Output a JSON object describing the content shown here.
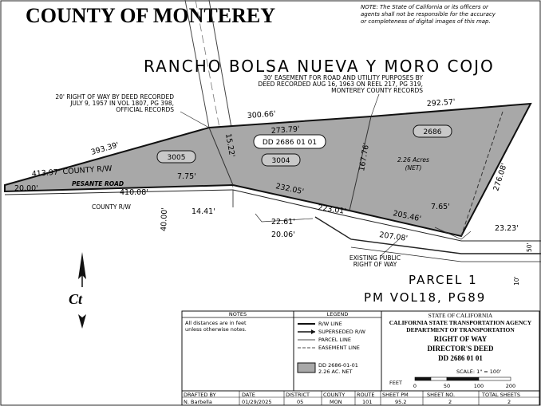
{
  "header": {
    "title": "COUNTY OF MONTEREY",
    "disclaimer_lines": [
      "NOTE: The State of California or its officers or",
      "agents shall not be responsible for the accuracy",
      "or completeness of digital images of this map."
    ]
  },
  "map": {
    "rancho_label": "RANCHO BOLSA NUEVA Y MORO COJO",
    "annotations": {
      "easement_note": [
        "30' EASEMENT FOR ROAD AND UTILITY PURPOSES BY",
        "DEED RECORDED AUG 16, 1963 ON REEL 217, PG 319,",
        "MONTEREY COUNTY RECORDS"
      ],
      "row_note": [
        "20' RIGHT OF WAY BY DEED RECORDED",
        "JULY 9, 1957 IN VOL 1807, PG 398,",
        "OFFICIAL RECORDS"
      ],
      "public_row_note": [
        "EXISTING PUBLIC",
        "RIGHT OF WAY"
      ]
    },
    "dimensions": {
      "d_300_66": "300.66'",
      "d_292_57": "292.57'",
      "d_393_39": "393.39'",
      "d_273_79": "273.79'",
      "d_413_97": "413.97' COUNTY R/W",
      "d_15_22": "15.22'",
      "d_167_76": "167.76'",
      "d_276_08": "276.08'",
      "d_20_00": "20.00'",
      "d_7_75": "7.75'",
      "d_410_08": "410.08'",
      "d_232_05": "232.05'",
      "d_223_01": "223.01'",
      "d_205_46": "205.46'",
      "d_7_65": "7.65'",
      "d_40_00": "40.00'",
      "d_14_41": "14.41'",
      "d_22_61": "22.61'",
      "d_20_06": "20.06'",
      "d_207_08": "207.08'",
      "d_23_23": "23.23'",
      "d_50": "50'",
      "d_10": "10'"
    },
    "road_labels": {
      "pesante_road": "PESANTE ROAD",
      "county_rw": "COUNTY R/W"
    },
    "parcel_boxes": {
      "p3005": "3005",
      "p3004": "3004",
      "p2686": "2686",
      "dd_number": "DD 2686 01 01"
    },
    "area_label": [
      "2.26 Acres",
      "(NET)"
    ],
    "parcel_label": "PARCEL 1",
    "pm_label": "PM VOL18, PG89",
    "north_logo": "Ct"
  },
  "notes_panel": {
    "heading": "NOTES",
    "lines": [
      "All distances are in feet",
      "unless otherwise notes."
    ]
  },
  "legend": {
    "heading": "LEGEND",
    "items": [
      {
        "label": "R/W LINE"
      },
      {
        "label": "SUPERSEDED R/W"
      },
      {
        "label": "PARCEL LINE"
      },
      {
        "label": "EASEMENT LINE"
      }
    ],
    "area_item": [
      "DD 2686-01-01",
      "2.26 AC. NET"
    ],
    "fill_color": "#a8a8a8"
  },
  "title_block": {
    "state": "STATE OF CALIFORNIA",
    "agency": "CALIFORNIA STATE TRANSPORTATION AGENCY",
    "department": "DEPARTMENT OF TRANSPORTATION",
    "doc_type": "RIGHT OF WAY",
    "doc_subtype": "DIRECTOR'S DEED",
    "doc_number": "DD 2686 01 01",
    "scale": "SCALE: 1\" = 100'",
    "scale_unit": "FEET",
    "scale_ticks": [
      "0",
      "50",
      "100",
      "200"
    ]
  },
  "info_row": {
    "headers": [
      "DRAFTED BY",
      "DATE",
      "DISTRICT",
      "COUNTY",
      "ROUTE",
      "SHEET PM",
      "SHEET NO.",
      "TOTAL SHEETS"
    ],
    "values": [
      "N. Barbella",
      "01/29/2025",
      "05",
      "MON",
      "101",
      "95.2",
      "2",
      "2"
    ]
  }
}
